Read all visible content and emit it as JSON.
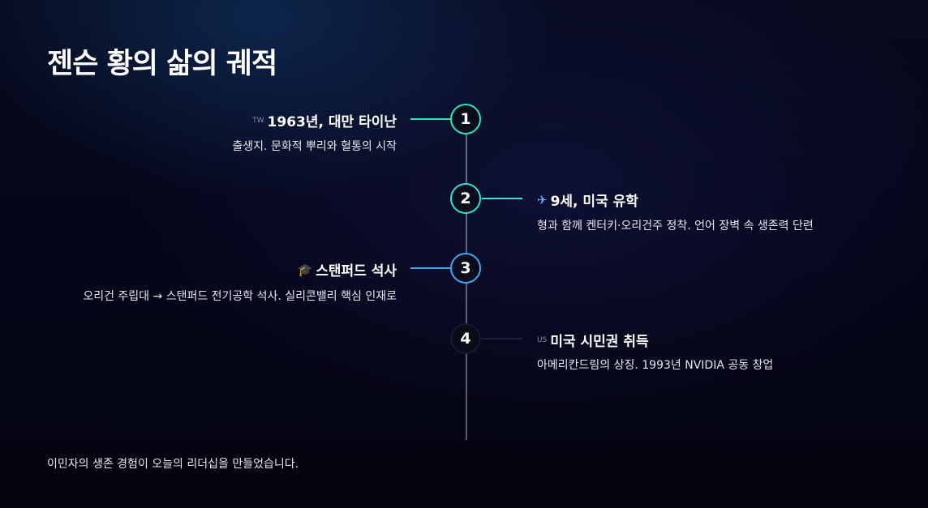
{
  "title": "젠슨 황의 삶의 궤적",
  "events": [
    {
      "number": "1",
      "flag": "TW",
      "title": "1963년, 대만 타이난",
      "description": "출생지. 문화적 뿌리와 혈통의 시작",
      "side": "left",
      "color": "#2ee6b8"
    },
    {
      "number": "2",
      "icon": "airplane-icon",
      "icon_glyph": "✈",
      "title": "9세, 미국 유학",
      "description": "형과 함께 켄터키·오리건주 정착. 언어 장벽 속 생존력 단련",
      "side": "right",
      "color": "#2ee6d0"
    },
    {
      "number": "3",
      "icon": "graduation-cap-icon",
      "icon_glyph": "🎓",
      "title": "스탠퍼드 석사",
      "description": "오리건 주립대 → 스탠퍼드 전기공학 석사. 실리콘밸리 핵심 인재로",
      "side": "left",
      "color": "#3fa9f5"
    },
    {
      "number": "4",
      "flag": "US",
      "title": "미국 시민권 취득",
      "description": "아메리칸드림의 상징. 1993년 NVIDIA 공동 창업",
      "side": "right",
      "color": "#1a2340"
    }
  ],
  "footer": "이민자의 생존 경험이 오늘의 리더십을 만들었습니다."
}
